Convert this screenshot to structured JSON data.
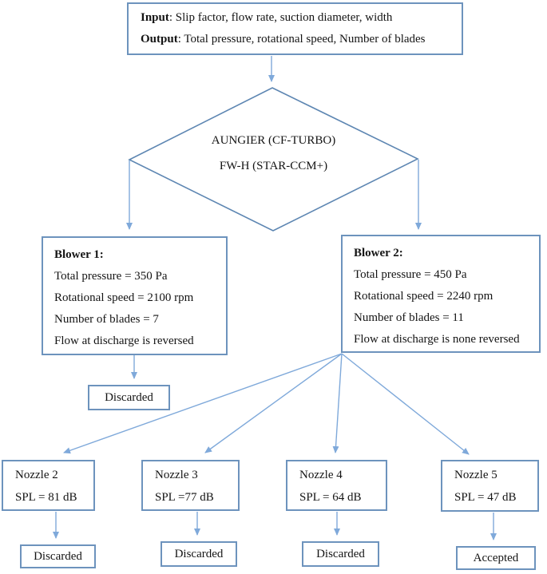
{
  "diagram": {
    "io_box": {
      "input_label": "Input",
      "input_text": ": Slip factor, flow rate, suction diameter, width",
      "output_label": "Output",
      "output_text": ": Total pressure, rotational speed, Number of blades"
    },
    "decision": {
      "line1": "AUNGIER (CF-TURBO)",
      "line2": "FW-H (STAR-CCM+)"
    },
    "blower1": {
      "title": "Blower 1:",
      "lines": [
        "Total pressure = 350 Pa",
        "Rotational speed = 2100 rpm",
        "Number of blades = 7",
        "Flow at discharge is reversed"
      ],
      "result": "Discarded"
    },
    "blower2": {
      "title": "Blower 2:",
      "lines": [
        "Total pressure = 450 Pa",
        "Rotational speed = 2240 rpm",
        "Number of blades = 11",
        "Flow at discharge is none reversed"
      ]
    },
    "nozzles": [
      {
        "name": "Nozzle 2",
        "spl": "SPL = 81 dB",
        "result": "Discarded"
      },
      {
        "name": "Nozzle 3",
        "spl": "SPL =77 dB",
        "result": "Discarded"
      },
      {
        "name": "Nozzle 4",
        "spl": "SPL = 64 dB",
        "result": "Discarded"
      },
      {
        "name": "Nozzle 5",
        "spl": "SPL = 47 dB",
        "result": "Accepted"
      }
    ]
  },
  "colors": {
    "box-border": "#6d93bd",
    "diamond-border": "#5d86b2",
    "arrow": "#7fa9da",
    "text": "#141414"
  }
}
